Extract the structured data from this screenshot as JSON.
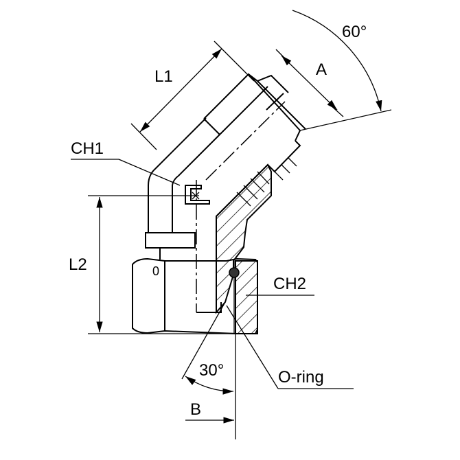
{
  "labels": {
    "l1": "L1",
    "a": "A",
    "angle_top": "60°",
    "ch1": "CH1",
    "l2": "L2",
    "ch2": "CH2",
    "angle_bottom": "30°",
    "oring": "O-ring",
    "b": "B",
    "nut_mark": "0"
  }
}
